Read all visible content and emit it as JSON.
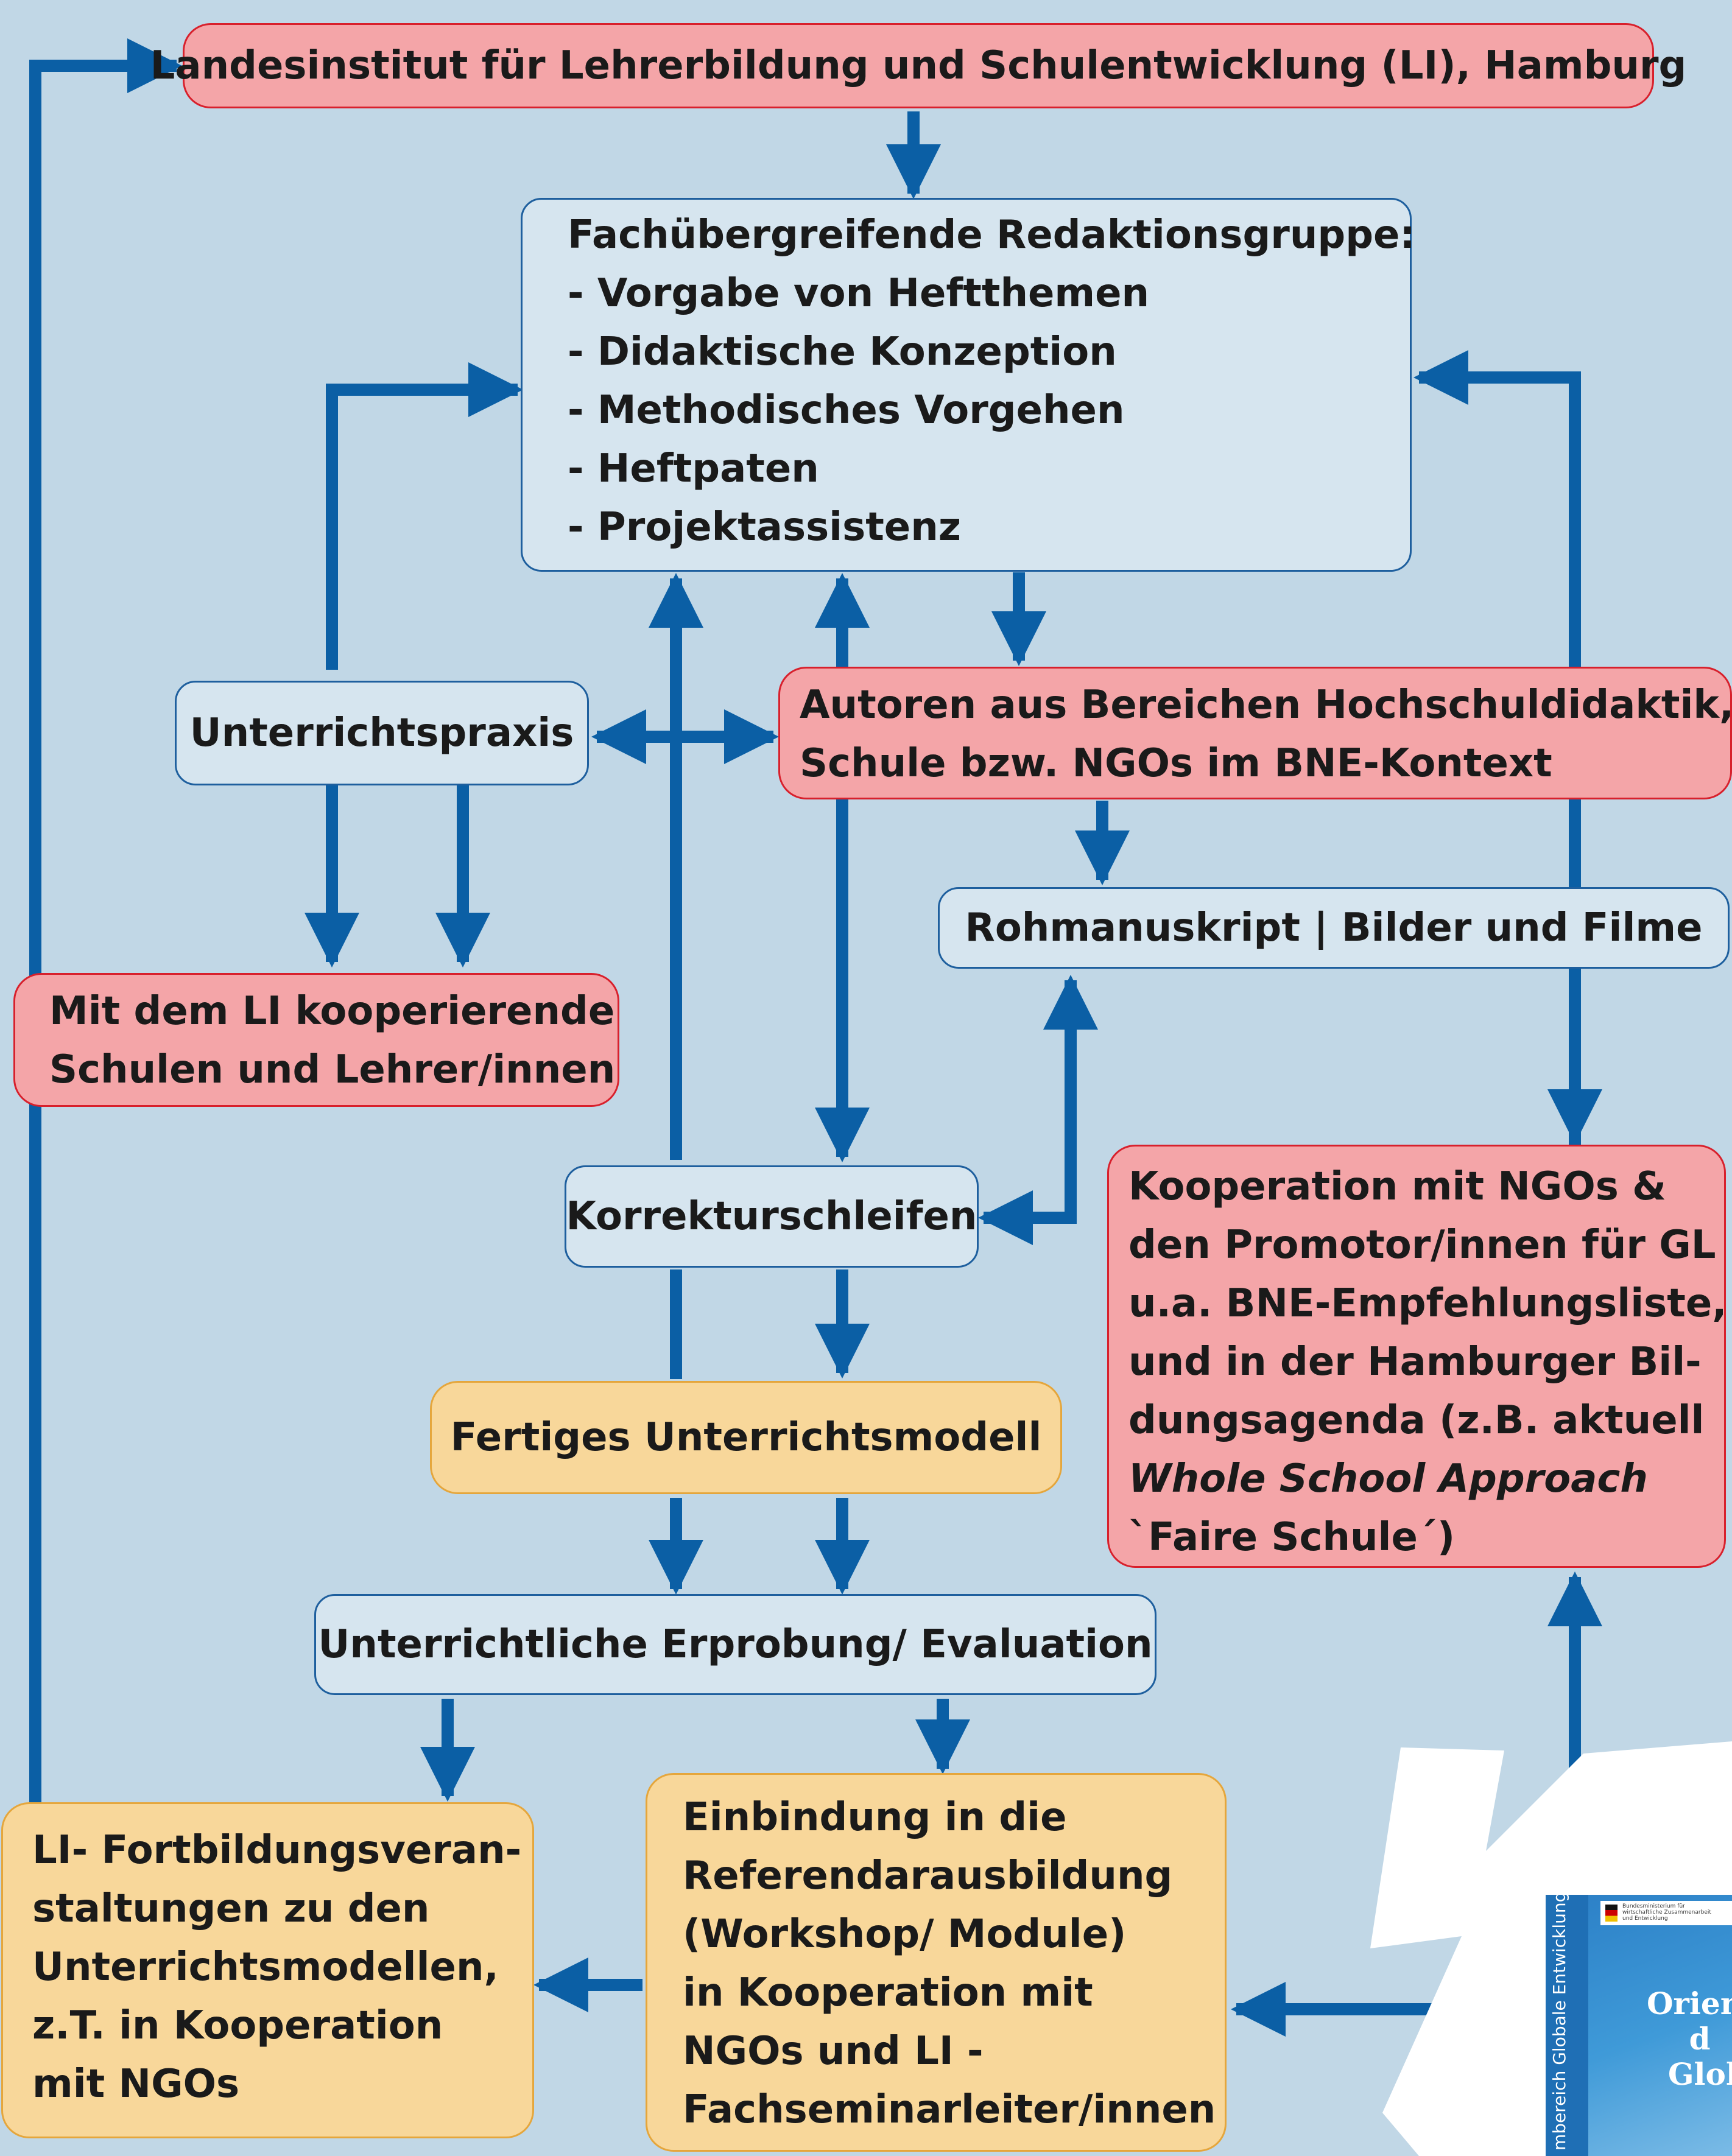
{
  "colors": {
    "background": "#c1d7e6",
    "arrow": "#0b5fa5",
    "red_box_fill": "#f4a5a8",
    "red_box_border": "#d8202c",
    "light_box_fill": "#d6e5ef",
    "light_box_border": "#1e5f9e",
    "tan_box_fill": "#f8d79a",
    "tan_box_border": "#e5a63c"
  },
  "boxes": {
    "li": "Landesinstitut für Lehrerbildung und Schulentwicklung (LI), Hamburg",
    "redaktion": [
      "Fachübergreifende Redaktionsgruppe:",
      "- Vorgabe von Heftthemen",
      "- Didaktische Konzeption",
      "- Methodisches Vorgehen",
      "- Heftpaten",
      "- Projektassistenz"
    ],
    "unterrichtspraxis": "Unterrichtspraxis",
    "autoren": [
      "Autoren aus Bereichen Hochschuldidaktik,",
      "Schule bzw. NGOs im BNE-Kontext"
    ],
    "rohmanuskript": "Rohmanuskript | Bilder und Filme",
    "schulen": [
      "Mit dem LI kooperierende",
      "Schulen und Lehrer/innen"
    ],
    "korrektur": "Korrekturschleifen",
    "kooperation": [
      "Kooperation mit NGOs &",
      "den Promotor/innen für GL",
      "u.a. BNE-Empfehlungsliste,",
      "und in der Hamburger Bil-",
      "dungsagenda (z.B. aktuell",
      "Whole School Approach",
      "`Faire Schule´)"
    ],
    "fertiges": "Fertiges Unterrichtsmodell",
    "erprobung": "Unterrichtliche Erprobung/ Evaluation",
    "einbindung": [
      "Einbindung in die",
      "Referendarausbildung",
      "(Workshop/ Module)",
      "in Kooperation mit",
      "NGOs und LI -",
      "Fachseminarleiter/innen"
    ],
    "fortbildung": [
      "LI- Fortbildungsveran-",
      "staltungen zu den",
      "Unterrichtsmodellen,",
      "z.T. in Kooperation",
      "mit NGOs"
    ]
  },
  "publication": {
    "spine": "mbereich Globale Entwicklung",
    "title_fragment": "Orient\n    d\n  Glol",
    "logo_text": "Bundesministerium für\nwirtschaftliche Zusammenarbeit\nund Entwicklung"
  }
}
